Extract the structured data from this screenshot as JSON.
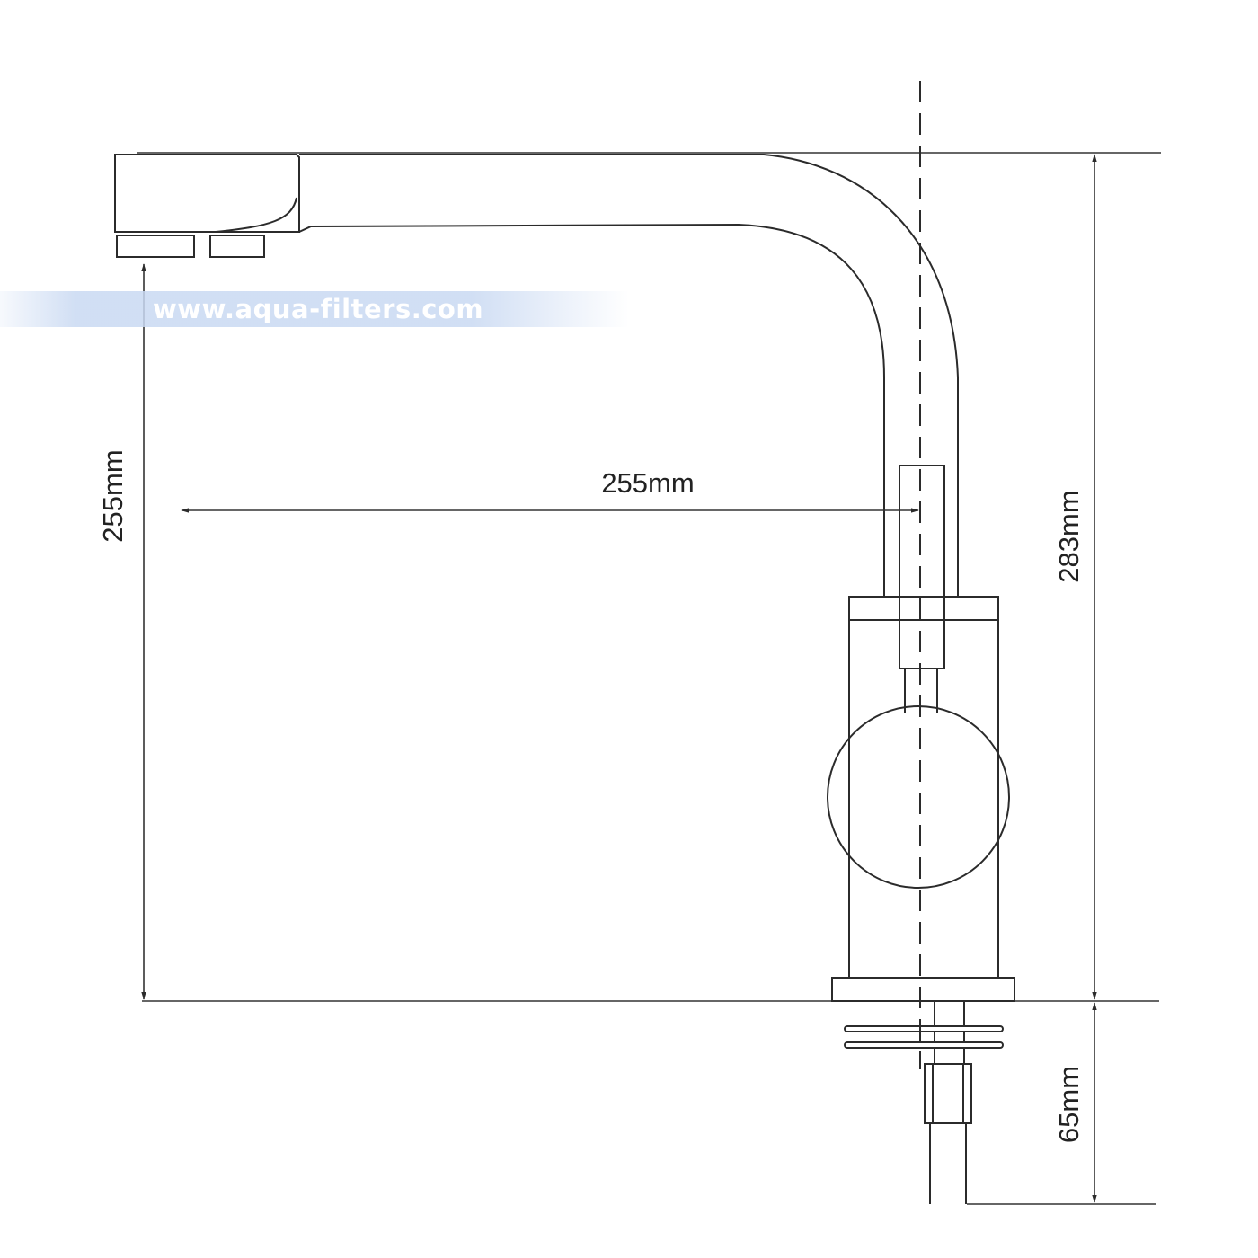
{
  "dimensions": {
    "spout_height": "255mm",
    "spout_reach": "255mm",
    "total_height": "283mm",
    "shank_length": "65mm"
  },
  "watermark": "www.aqua-filters.com",
  "colors": {
    "line": "#2b2b2b",
    "background": "#ffffff",
    "watermark_band": "#c9d9f2"
  }
}
